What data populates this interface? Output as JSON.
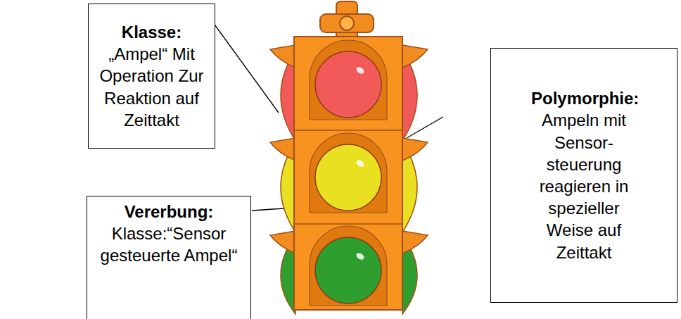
{
  "diagram": {
    "nodes": [
      {
        "text": [
          "Klasse:",
          "„Ampel“ Mit Operation Zur Reaktion auf Zeittakt"
        ]
      },
      {
        "text": [
          "Polymorphie:",
          "Ampeln mit Sensor- steuerung reagieren in spezieller Weise auf Zeittakt"
        ]
      },
      {
        "text": [
          "Vererbung:",
          "Klasse:“Sensor gesteuerte Ampel“"
        ]
      }
    ]
  }
}
